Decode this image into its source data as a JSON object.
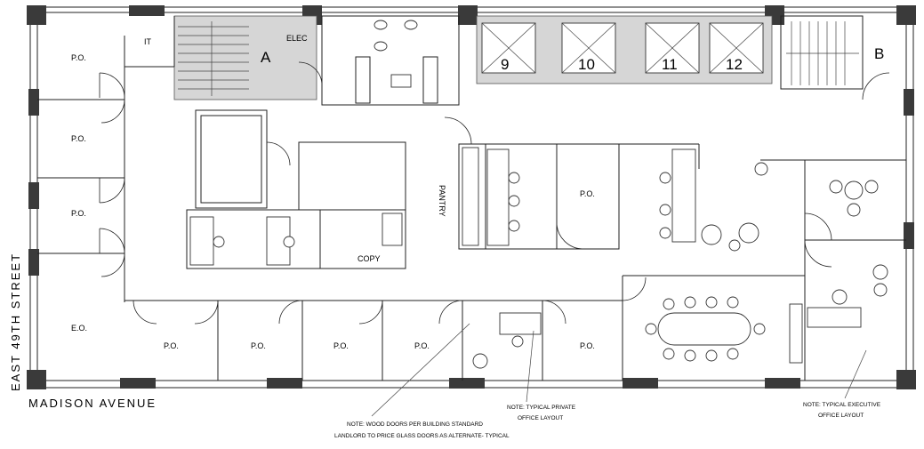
{
  "street_labels": {
    "side": "EAST 49TH STREET",
    "bottom": "MADISON AVENUE"
  },
  "stairs": {
    "a": "A",
    "b": "B"
  },
  "elevators": [
    "9",
    "10",
    "11",
    "12"
  ],
  "rooms": {
    "it": "IT",
    "elec": "ELEC",
    "copy": "COPY",
    "pantry": "PANTRY",
    "eo": "E.O.",
    "po": "P.O."
  },
  "notes": {
    "wood_doors_1": "NOTE: WOOD DOORS PER BUILDING STANDARD",
    "wood_doors_2": "LANDLORD TO PRICE GLASS DOORS AS ALTERNATE- TYPICAL",
    "private_1": "NOTE: TYPICAL PRIVATE",
    "private_2": "OFFICE LAYOUT",
    "exec_1": "NOTE: TYPICAL EXECUTIVE",
    "exec_2": "OFFICE LAYOUT"
  },
  "colors": {
    "core_fill": "#d6d6d6",
    "wall": "#3a3a3a"
  }
}
